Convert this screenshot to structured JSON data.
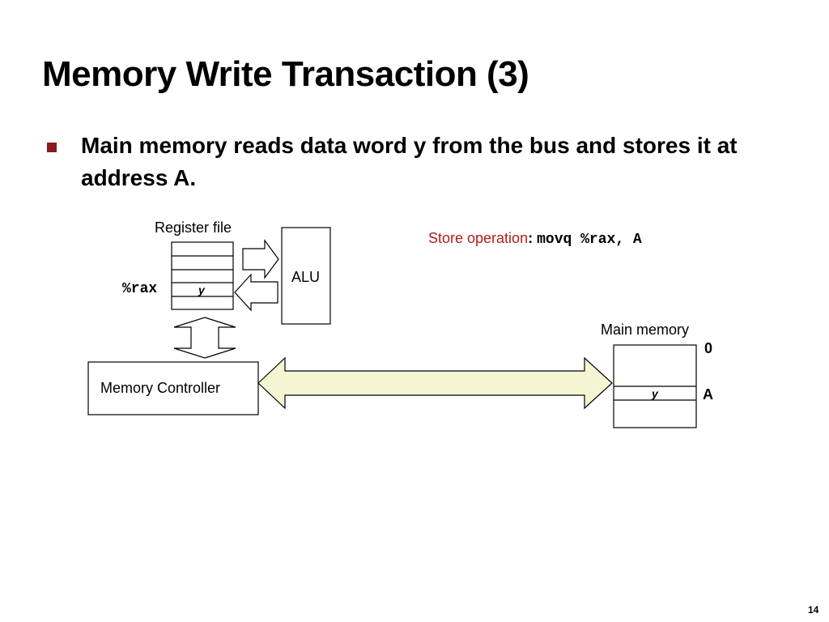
{
  "slide": {
    "title": "Memory Write Transaction (3)",
    "bullet": "Main memory reads data word y from the bus and stores it at address A.",
    "page_number": "14"
  },
  "diagram": {
    "register_file_label": "Register file",
    "register_name": "%rax",
    "register_value": "y",
    "alu_label": "ALU",
    "memory_controller_label": "Memory Controller",
    "main_memory_label": "Main memory",
    "address_zero": "0",
    "address_a": "A",
    "memory_cell_value": "y",
    "store_operation_label": "Store operation",
    "store_operation_colon": ":",
    "store_instruction": "movq %rax, A",
    "colors": {
      "accent_red": "#b01c1c",
      "bullet_red": "#8b1a1a",
      "bus_fill": "#f5f5d2"
    }
  }
}
